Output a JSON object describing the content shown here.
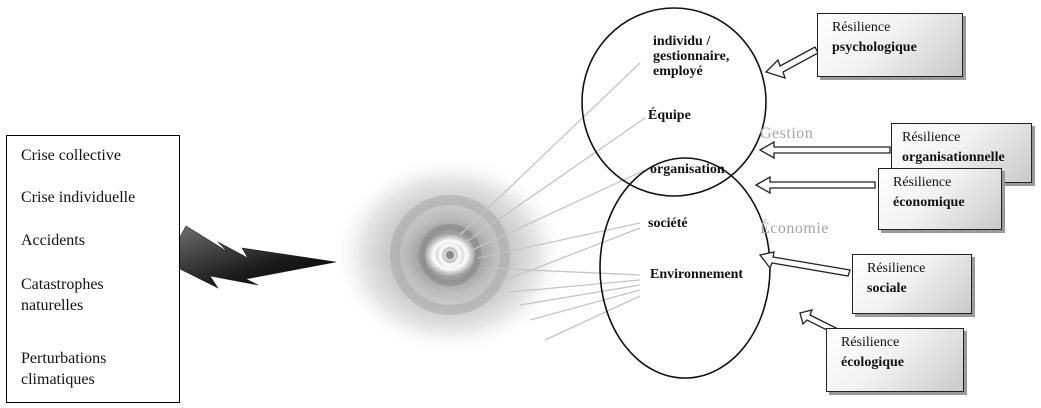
{
  "crises": [
    "Crise collective",
    "Crise individuelle",
    "Accidents",
    "Catastrophes naturelles",
    "Perturbations climatiques"
  ],
  "levels": [
    "individu / gestionnaire, employé",
    "Équipe",
    "organisation",
    "société",
    "Environnement"
  ],
  "zones": {
    "gestion": "Gestion",
    "economie": "Économie"
  },
  "resilience": [
    {
      "line1": "Résilience",
      "line2": "psychologique"
    },
    {
      "line1": "Résilience",
      "line2": "organisationnelle"
    },
    {
      "line1": "Résilience",
      "line2": "économique"
    },
    {
      "line1": "Résilience",
      "line2": "sociale"
    },
    {
      "line1": "Résilience",
      "line2": "écologique"
    }
  ],
  "icons": {
    "impact": "lightning-bolt-icon",
    "target": "radial-target-icon",
    "arrow": "hollow-arrow-icon"
  }
}
